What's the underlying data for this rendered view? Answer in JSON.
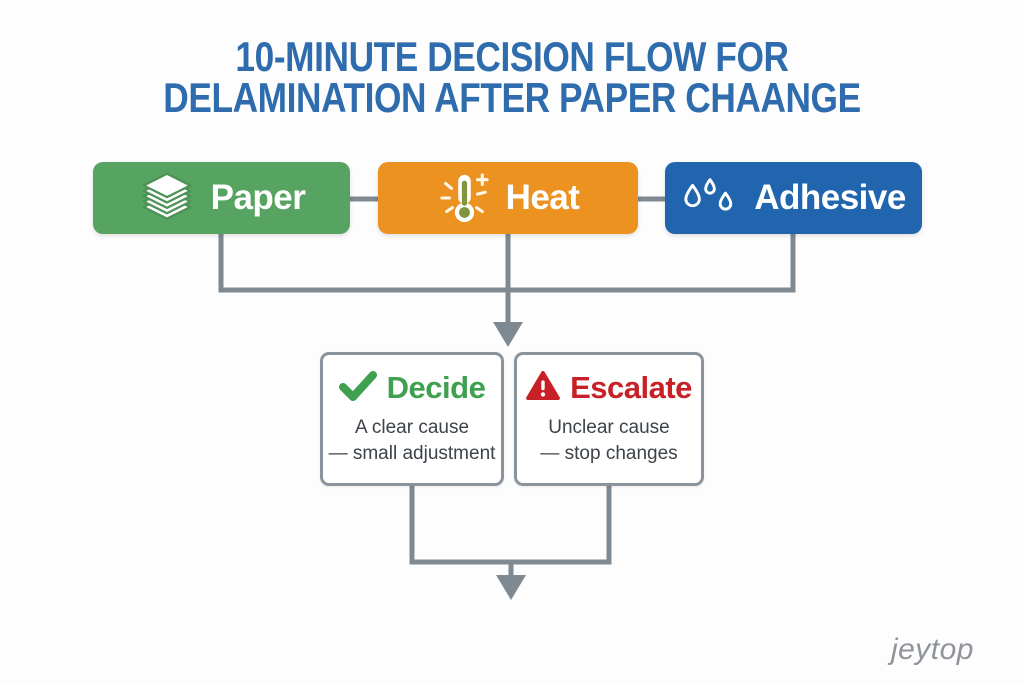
{
  "title": {
    "line1": "10-MINUTE DECISION FLOW FOR",
    "line2": "DELAMINATION AFTER PAPER CHAANGE",
    "color": "#2e6cad"
  },
  "stages": [
    {
      "id": "paper",
      "label": "Paper",
      "color": "#57a361",
      "icon": "paper-stack-icon"
    },
    {
      "id": "heat",
      "label": "Heat",
      "color": "#ec9220",
      "icon": "thermometer-icon"
    },
    {
      "id": "adhesive",
      "label": "Adhesive",
      "color": "#2065ad",
      "icon": "droplets-icon"
    }
  ],
  "outcomes": [
    {
      "id": "decide",
      "heading": "Decide",
      "heading_color": "#3fa050",
      "icon": "check-icon",
      "line1": "A clear cause",
      "line2": "— small adjustment"
    },
    {
      "id": "escalate",
      "heading": "Escalate",
      "heading_color": "#c72026",
      "icon": "warning-icon",
      "line1": "Unclear cause",
      "line2": "— stop changes"
    }
  ],
  "connectors": {
    "color": "#7e8992"
  },
  "watermark": {
    "text": "jeytop"
  }
}
